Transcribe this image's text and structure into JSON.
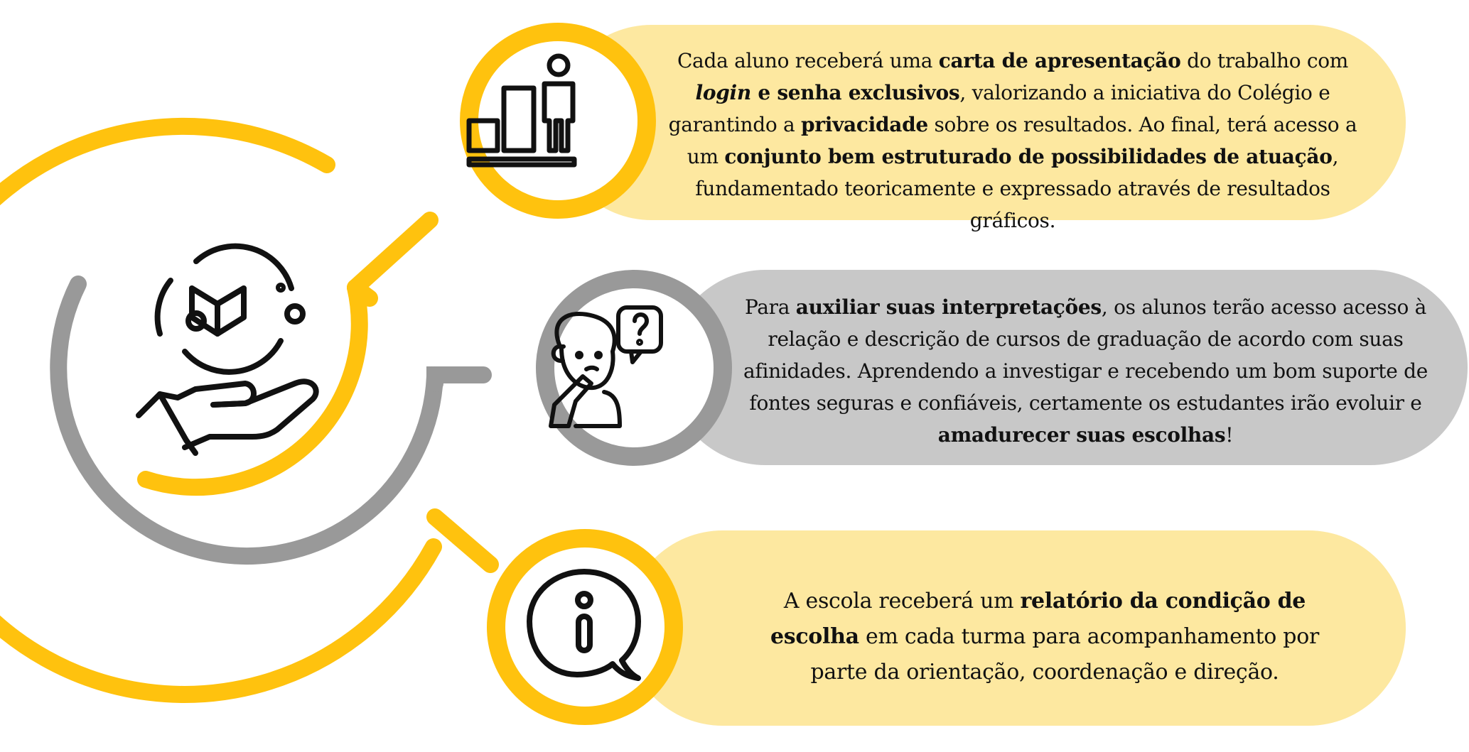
{
  "colors": {
    "yellow": "#FFC20E",
    "light_yellow": "#FDE8A0",
    "gray": "#999999",
    "light_gray": "#C8C8C8",
    "icon_stroke": "#111111"
  },
  "icons": {
    "center": "hand-with-box-icon",
    "step1": "growth-bars-person-icon",
    "step2": "thinking-person-question-icon",
    "step3": "info-speech-bubble-icon"
  },
  "steps": [
    {
      "t1": "Cada aluno receberá uma ",
      "b1": "carta de apresentação",
      "t2": " do trabalho com ",
      "i1": "login",
      "b2": " e senha exclusivos",
      "t3": ", valorizando a iniciativa do Colégio e garantindo a ",
      "b3": "privacidade",
      "t4": " sobre os resultados. Ao final, terá acesso a um ",
      "b4": "conjunto bem estruturado de possibilidades de atuação",
      "t5": ", fundamentado teoricamente e expressado através de resultados gráficos."
    },
    {
      "t1": "Para ",
      "b1": "auxiliar suas interpretações",
      "t2": ", os alunos terão acesso acesso à relação e descrição de cursos de graduação de acordo com suas afinidades. Aprendendo a investigar e recebendo um bom suporte de fontes seguras e confiáveis, certamente os estudantes irão evoluir e ",
      "b2": "amadurecer suas escolhas",
      "t3": "!"
    },
    {
      "t1": "A escola receberá um ",
      "b1": "relatório da condição de escolha",
      "t2": " em cada turma para acompanhamento por parte da orientação, coordenação e direção."
    }
  ]
}
